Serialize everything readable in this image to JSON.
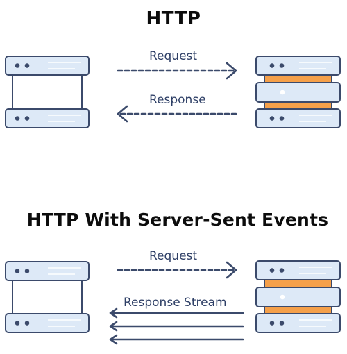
{
  "sections": [
    {
      "title": "HTTP",
      "request_label": "Request",
      "response_label": "Response"
    },
    {
      "title": "HTTP With Server-Sent Events",
      "request_label": "Request",
      "response_label": "Response Stream"
    }
  ],
  "colors": {
    "stroke": "#3b4a6b",
    "box_fill": "#dde9f7",
    "accent": "#f5a04a",
    "title": "#0c0c0c"
  },
  "icons": [
    "client-server-icon",
    "server-stack-icon",
    "dashed-arrow-right-icon",
    "dashed-arrow-left-icon",
    "solid-arrow-left-icon"
  ]
}
